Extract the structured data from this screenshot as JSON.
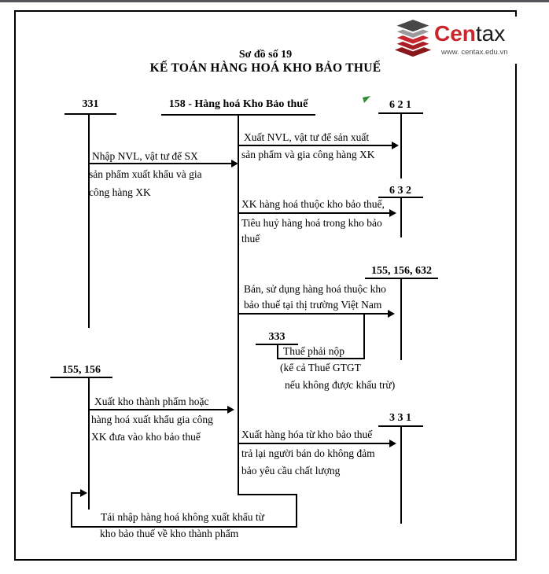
{
  "title": {
    "line1": "Sơ đồ số 19",
    "line2": "KẾ TOÁN HÀNG HOÁ KHO BẢO THUẾ"
  },
  "logo": {
    "brand_primary": "Cen",
    "brand_secondary": "tax",
    "website": "www. centax.edu.vn"
  },
  "colors": {
    "brand_red": "#c9252c",
    "brand_dark": "#1c1c1c",
    "marker_green": "#2f8b2f",
    "line_black": "#000000"
  },
  "accounts": {
    "payables_top": "331",
    "bonded_warehouse": "158 - Hàng hoá Kho Bảo thuế",
    "materials_cost": "6 2 1",
    "cogs": "6 3 2",
    "inventory_cogs": "155, 156, 632",
    "taxes": "333",
    "finished_goods": "155, 156",
    "payables_bottom": "3 3 1"
  },
  "flows": {
    "f1": [
      "Nhập NVL, vật tư để SX",
      "sản phẩm xuất khẩu và gia",
      "công hàng XK"
    ],
    "f2": [
      "Xuất NVL, vật tư để sản xuất",
      "sản phẩm và gia công hàng XK"
    ],
    "f3": [
      "XK hàng hoá thuộc kho bảo thuế,",
      "Tiêu huỷ hàng hoá trong kho bảo",
      "thuế"
    ],
    "f4": [
      "Bán, sử dụng hàng hoá thuộc kho",
      "bảo thuế tại thị trường Việt Nam"
    ],
    "f5": [
      "Thuế phải nộp",
      "(kể cả Thuế GTGT",
      "nếu không được khấu trừ)"
    ],
    "f6": [
      "Xuất kho thành phẩm hoặc",
      "hàng hoá xuất khẩu gia công",
      "XK đưa vào kho bảo thuế"
    ],
    "f7": [
      "Xuất hàng hóa từ kho bảo thuế",
      "trả lại người bán do không đảm",
      "bảo yêu cầu chất lượng"
    ],
    "f8": [
      "Tái nhập hàng hoá không xuất khẩu từ",
      "kho bảo thuế về kho thành phẩm"
    ]
  }
}
